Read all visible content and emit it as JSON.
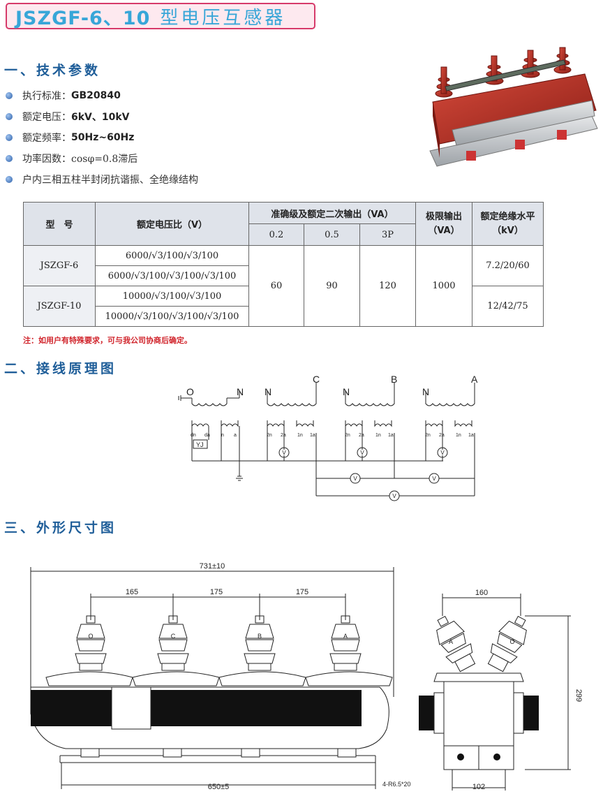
{
  "title": {
    "model": "JSZGF-6、10",
    "name": "型电压互感器"
  },
  "sections": {
    "tech": "一、技术参数",
    "wiring": "二、接线原理图",
    "outline": "三、外形尺寸图"
  },
  "params": [
    {
      "label": "执行标准：",
      "value": "GB20840"
    },
    {
      "label": "额定电压：",
      "value": "6kV、10kV"
    },
    {
      "label": "额定频率：",
      "value": "50Hz~60Hz"
    },
    {
      "label": "功率因数：",
      "value": "cosφ=0.8滞后"
    },
    {
      "label": "户内三相五柱半封闭抗谐振、全绝缘结构",
      "value": ""
    }
  ],
  "table": {
    "h_model": "型　号",
    "h_ratio": "额定电压比（V）",
    "h_accuracy": "准确级及额定二次输出（VA）",
    "h_limit": "极限输出（VA）",
    "h_insulation": "额定绝缘水平（kV）",
    "classes": [
      "0.2",
      "0.5",
      "3P"
    ],
    "models": [
      "JSZGF-6",
      "JSZGF-10"
    ],
    "ratios": [
      "6000/√3/100/√3/100",
      "6000/√3/100/√3/100/√3/100",
      "10000/√3/100/√3/100",
      "10000/√3/100/√3/100/√3/100"
    ],
    "outputs": [
      "60",
      "90",
      "120"
    ],
    "limit": "1000",
    "insulation": [
      "7.2/20/60",
      "12/42/75"
    ]
  },
  "note": "注：如用户有特殊要求，可与我公司协商后确定。",
  "wiring": {
    "top_labels": [
      "O",
      "N",
      "N",
      "C",
      "N",
      "B",
      "N",
      "A"
    ],
    "sec_labels": [
      "dn",
      "da",
      "n",
      "a",
      "2n",
      "2a",
      "1n",
      "1a",
      "2n",
      "2a",
      "1n",
      "1a",
      "2n",
      "2a",
      "1n",
      "1a"
    ],
    "relay": "YJ",
    "meter": "V"
  },
  "dims": {
    "overall": "731±10",
    "spacing": [
      "165",
      "175",
      "175"
    ],
    "base": "650±5",
    "holes": "4-R6.5*20",
    "side_top": "160",
    "side_height": "299",
    "side_base": "102",
    "phases": [
      "O",
      "C",
      "B",
      "A"
    ],
    "side_phases": [
      "A",
      "O"
    ]
  }
}
